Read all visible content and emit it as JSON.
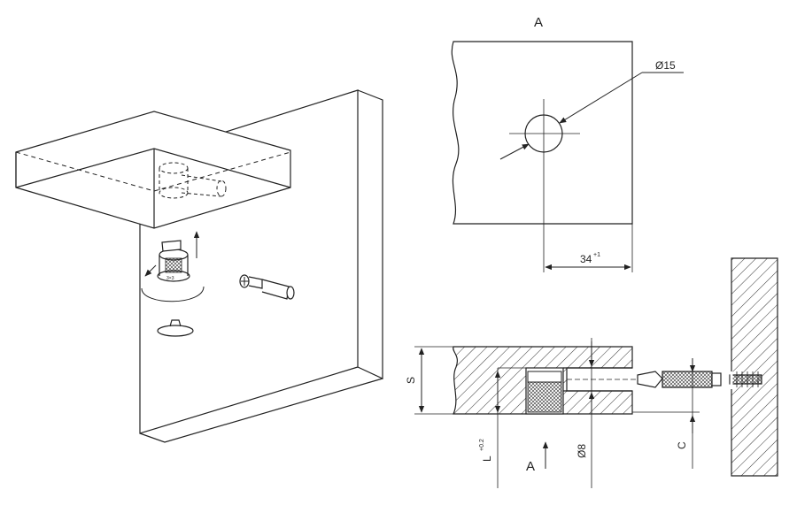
{
  "view_label": "A",
  "diameter_hole_label": "Ø15",
  "distance_label": "34",
  "distance_tolerance": "+1",
  "thickness_label": "S",
  "length_label": "L",
  "length_tolerance": "+0.2",
  "bolt_diameter_label": "Ø8",
  "offset_label": "C",
  "section_view_label": "A",
  "line_color": "#222222",
  "hatch_color": "#333333"
}
